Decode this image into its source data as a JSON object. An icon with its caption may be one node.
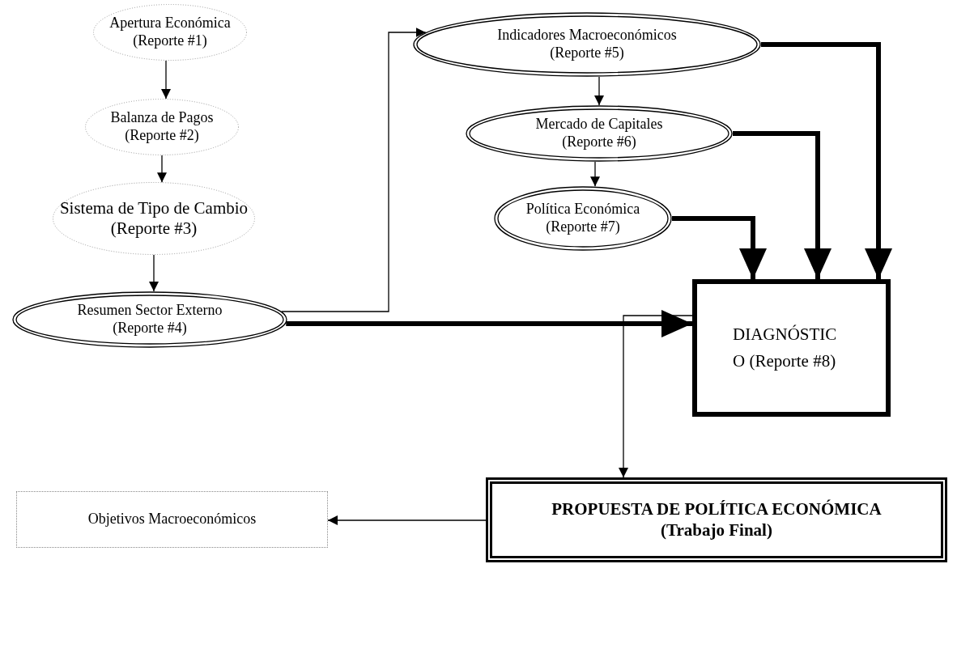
{
  "diagram": {
    "nodes": [
      {
        "text": [
          "Apertura Económica",
          "(Reporte #1)"
        ]
      },
      {
        "text": [
          "Balanza de Pagos",
          "(Reporte #2)"
        ]
      },
      {
        "text": [
          "Sistema de Tipo de Cambio",
          "(Reporte #3)"
        ]
      },
      {
        "text": [
          "Resumen Sector Externo",
          "(Reporte #4)"
        ]
      },
      {
        "text": [
          "Indicadores Macroeconómicos",
          "(Reporte #5)"
        ]
      },
      {
        "text": [
          "Mercado de Capitales",
          "(Reporte #6)"
        ]
      },
      {
        "text": [
          "Política Económica",
          "(Reporte #7)"
        ]
      },
      {
        "text": [
          "DIAGNÓSTIC",
          "O (Reporte #8)"
        ]
      },
      {
        "text": [
          "PROPUESTA DE POLÍTICA ECONÓMICA",
          "(Trabajo Final)"
        ]
      },
      {
        "text": [
          "Objetivos Macroeconómicos"
        ]
      }
    ],
    "edges": [
      {
        "from": 0,
        "to": 1,
        "arrow": "to"
      },
      {
        "from": 1,
        "to": 2,
        "arrow": "to"
      },
      {
        "from": 2,
        "to": 3,
        "arrow": "to"
      },
      {
        "from": 3,
        "to": 4,
        "arrow": "to"
      },
      {
        "from": 4,
        "to": 5,
        "arrow": "to"
      },
      {
        "from": 5,
        "to": 6,
        "arrow": "to"
      },
      {
        "from": 3,
        "to": 7,
        "arrow": "to",
        "style": "thick"
      },
      {
        "from": 4,
        "to": 7,
        "arrow": "to",
        "style": "thick"
      },
      {
        "from": 5,
        "to": 7,
        "arrow": "to",
        "style": "thick"
      },
      {
        "from": 6,
        "to": 7,
        "arrow": "to",
        "style": "thick"
      },
      {
        "from": 7,
        "to": 8,
        "arrow": "to"
      },
      {
        "from": 8,
        "to": 9,
        "arrow": "to"
      }
    ]
  }
}
